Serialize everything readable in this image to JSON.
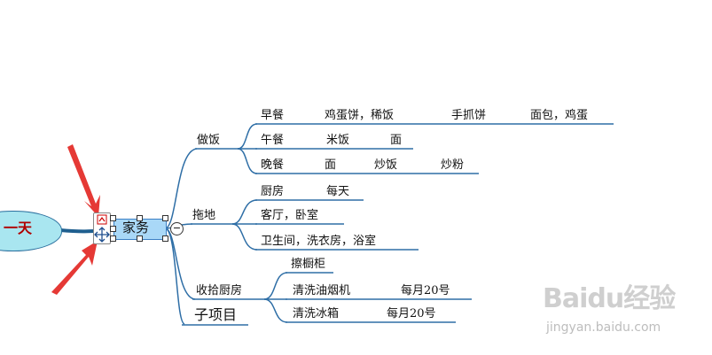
{
  "root": {
    "label": "一天"
  },
  "main": {
    "label": "家务",
    "collapse_symbol": "−"
  },
  "categories": [
    {
      "label": "做饭",
      "children": [
        {
          "items": [
            "早餐",
            "鸡蛋饼，稀饭",
            "手抓饼",
            "面包，鸡蛋"
          ]
        },
        {
          "items": [
            "午餐",
            "米饭",
            "面"
          ]
        },
        {
          "items": [
            "晚餐",
            "面",
            "炒饭",
            "炒粉"
          ]
        }
      ]
    },
    {
      "label": "拖地",
      "children": [
        {
          "items": [
            "厨房",
            "每天"
          ]
        },
        {
          "items": [
            "客厅，卧室"
          ]
        },
        {
          "items": [
            "卫生间，洗衣房，浴室"
          ]
        }
      ]
    },
    {
      "label": "收拾厨房",
      "children": [
        {
          "items": [
            "擦橱柜"
          ]
        },
        {
          "items": [
            "清洗油烟机",
            "每月20号"
          ]
        },
        {
          "items": [
            "清洗冰箱",
            "每月20号"
          ]
        }
      ]
    },
    {
      "label": "子项目",
      "children": []
    }
  ],
  "watermark": {
    "logo": "Baidu经验",
    "url": "jingyan.baidu.com"
  },
  "colors": {
    "line": "#2e6ea6",
    "root_fill": "#a9e6f0",
    "main_fill": "#a9d8f7",
    "root_text": "#b00000",
    "arrow": "#e53935"
  },
  "icons": {
    "toolbox": "move-icon",
    "collapse": "collapse-icon",
    "arrows": "pointer-arrow-icon"
  }
}
